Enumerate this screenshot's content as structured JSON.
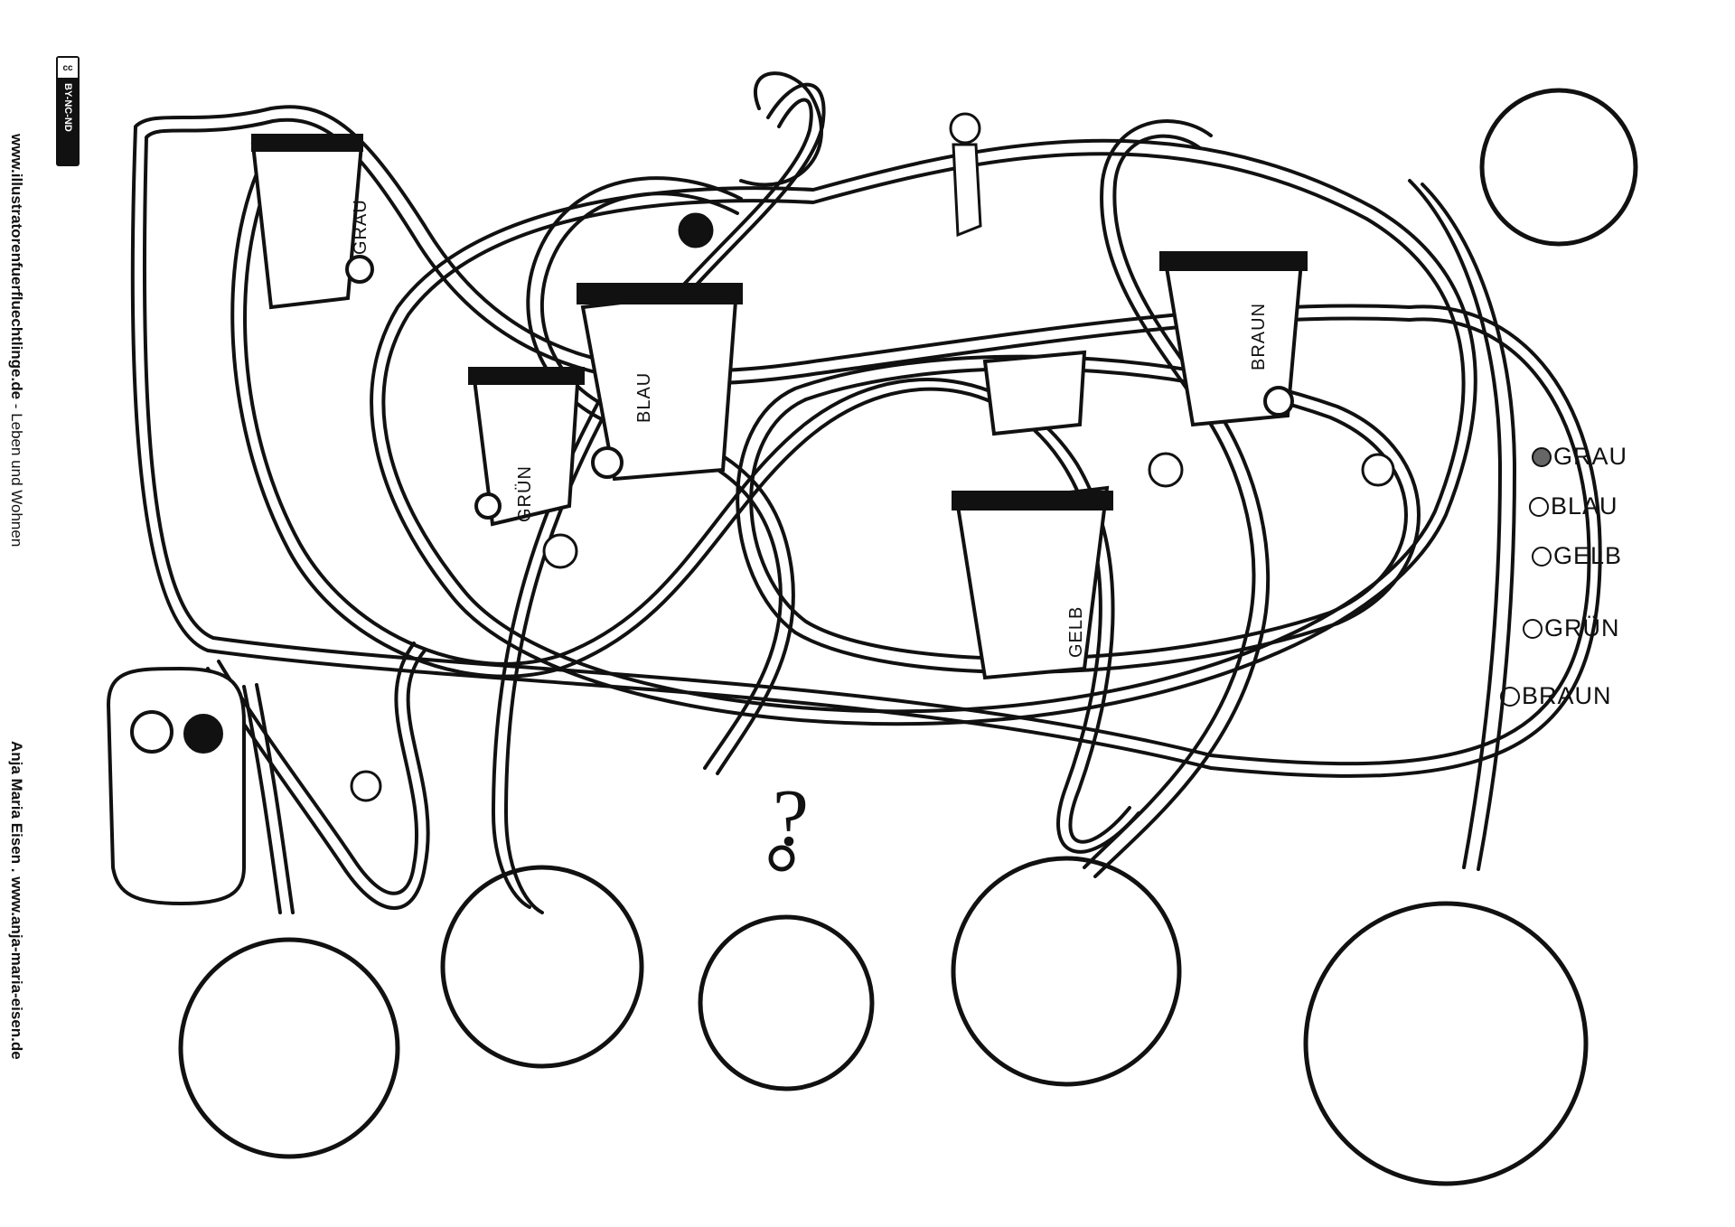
{
  "side": {
    "url_bold": "www.illustratorenfuerfluechtlinge.de",
    "url_sep": " - ",
    "category": "Leben und Wohnen",
    "author": "Anja Maria Eisen . www.anja-maria-eisen.de",
    "license": "BY-NC-ND",
    "license_symbol": "cc"
  },
  "bins": [
    {
      "name": "grau",
      "label": "GRAU"
    },
    {
      "name": "blau",
      "label": "BLAU"
    },
    {
      "name": "gruen",
      "label": "GRÜN"
    },
    {
      "name": "braun",
      "label": "BRAUN"
    },
    {
      "name": "gelb",
      "label": "GELB"
    }
  ],
  "legend": [
    {
      "label": "GRAU",
      "checked": true
    },
    {
      "label": "BLAU",
      "checked": false
    },
    {
      "label": "GELB",
      "checked": false
    },
    {
      "label": "GRÜN",
      "checked": false
    },
    {
      "label": "BRAUN",
      "checked": false
    }
  ],
  "colors": {
    "ink": "#111111",
    "paper": "#ffffff",
    "legend_fill": "#666666"
  }
}
